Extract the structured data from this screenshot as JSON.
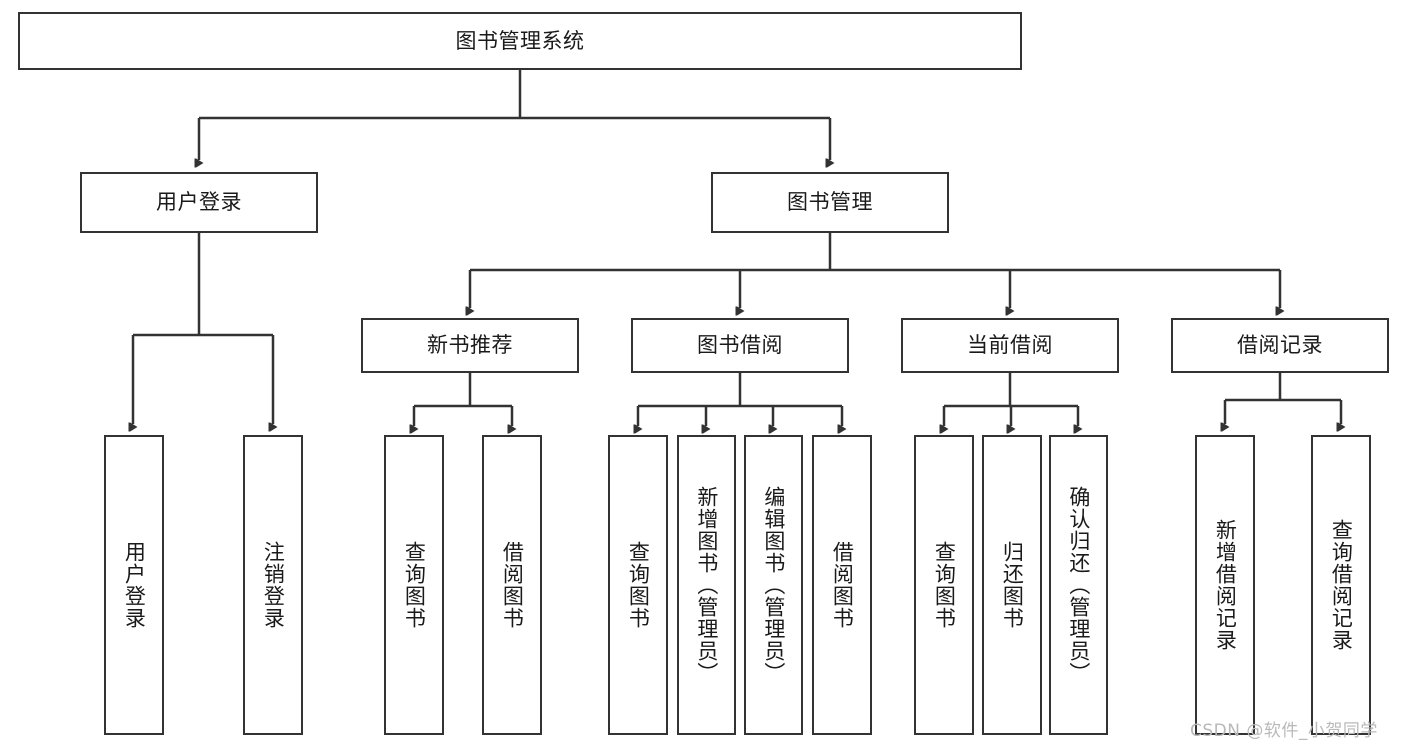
{
  "diagram": {
    "title": "图书管理系统",
    "type": "hierarchy-tree",
    "watermark": "CSDN @软件_小贺同学",
    "colors": {
      "background": "#ffffff",
      "border": "#333333",
      "text": "#1a1a1a",
      "link": "#333333",
      "watermark": "#b9b9b9"
    },
    "nodes": {
      "root": {
        "label": "图书管理系统"
      },
      "level2": [
        {
          "label": "用户登录"
        },
        {
          "label": "图书管理"
        }
      ],
      "level3": [
        {
          "label": "新书推荐"
        },
        {
          "label": "图书借阅"
        },
        {
          "label": "当前借阅"
        },
        {
          "label": "借阅记录"
        }
      ],
      "leaves": {
        "user_login": [
          {
            "label": "用户登录"
          },
          {
            "label": "注销登录"
          }
        ],
        "new_book_recommend": [
          {
            "label": "查询图书"
          },
          {
            "label": "借阅图书"
          }
        ],
        "book_borrow": [
          {
            "label": "查询图书"
          },
          {
            "label": "新增图书（管理员）"
          },
          {
            "label": "编辑图书（管理员）"
          },
          {
            "label": "借阅图书"
          }
        ],
        "current_borrow": [
          {
            "label": "查询图书"
          },
          {
            "label": "归还图书"
          },
          {
            "label": "确认归还（管理员）"
          }
        ],
        "borrow_record": [
          {
            "label": "新增借阅记录"
          },
          {
            "label": "查询借阅记录"
          }
        ]
      }
    }
  }
}
